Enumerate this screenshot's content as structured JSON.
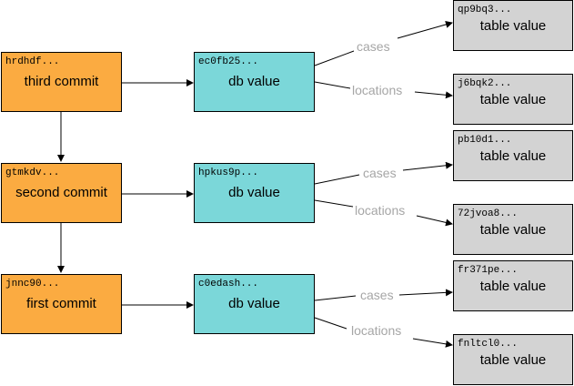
{
  "colors": {
    "commit": "#fbab41",
    "db_value": "#7bd7d9",
    "table_value": "#d3d3d3",
    "arrow": "#000000",
    "edge_label": "#a6a6a6"
  },
  "commits": [
    {
      "hash": "hrdhdf...",
      "label": "third commit"
    },
    {
      "hash": "gtmkdv...",
      "label": "second commit"
    },
    {
      "hash": "jnnc90...",
      "label": "first commit"
    }
  ],
  "db_values": [
    {
      "hash": "ec0fb25...",
      "label": "db value"
    },
    {
      "hash": "hpkus9p...",
      "label": "db value"
    },
    {
      "hash": "c0edash...",
      "label": "db value"
    }
  ],
  "table_values": [
    {
      "hash": "qp9bq3...",
      "label": "table value"
    },
    {
      "hash": "j6bqk2...",
      "label": "table value"
    },
    {
      "hash": "pb10d1...",
      "label": "table value"
    },
    {
      "hash": "72jvoa8...",
      "label": "table value"
    },
    {
      "hash": "fr371pe...",
      "label": "table value"
    },
    {
      "hash": "fnltcl0...",
      "label": "table value"
    }
  ],
  "edge_labels": [
    "cases",
    "locations",
    "cases",
    "locations",
    "cases",
    "locations"
  ]
}
